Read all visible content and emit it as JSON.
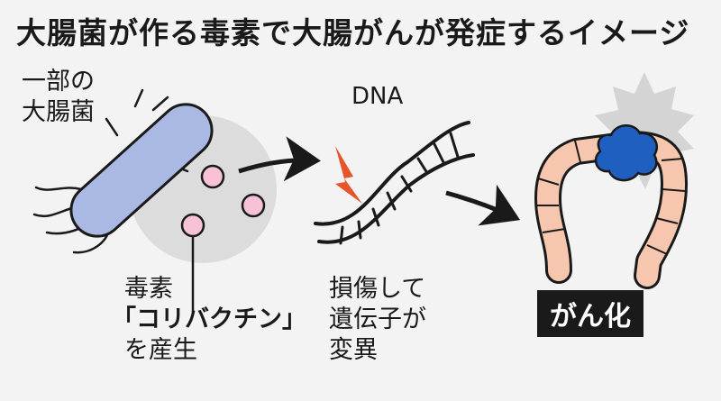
{
  "title": "大腸菌が作る毒素で大腸がんが発症するイメージ",
  "bacteria_label": {
    "line1": "一部の",
    "line2": "大腸菌"
  },
  "toxin_label": {
    "line1": "毒素",
    "line2": "「コリバクチン」",
    "line3": "を産生"
  },
  "dna_label": "DNA",
  "damage_label": {
    "line1": "損傷して",
    "line2": "遺伝子が",
    "line3": "変異"
  },
  "result_badge": "がん化",
  "colors": {
    "bacteria_fill": "#aab9e4",
    "toxin_fill": "#f7c2d8",
    "halo_fill": "#dcdcdc",
    "lightning": "#e8542a",
    "colon_fill": "#f6c7ae",
    "tumor_fill": "#1f5fbf",
    "badge_bg": "#1a1a1a"
  }
}
